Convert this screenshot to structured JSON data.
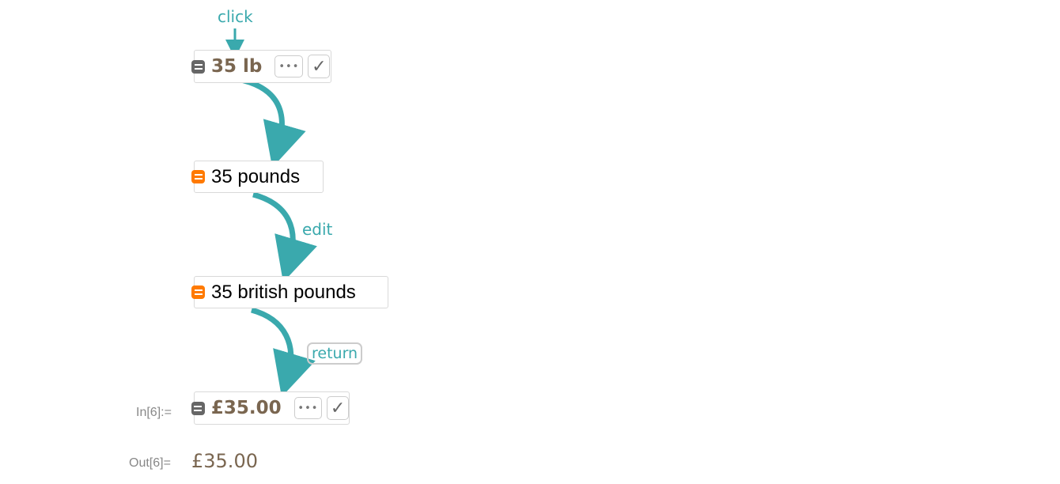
{
  "annotations": {
    "click": "click",
    "edit": "edit",
    "return": "return"
  },
  "step1": {
    "value": "35 lb",
    "more_label": "•••",
    "check_label": "✓"
  },
  "step2": {
    "text": "35 pounds"
  },
  "step3": {
    "text": "35 british pounds"
  },
  "step4": {
    "in_label": "In[6]:=",
    "value": "£35.00",
    "more_label": "•••",
    "check_label": "✓"
  },
  "output": {
    "out_label": "Out[6]=",
    "value": "£35.00"
  },
  "colors": {
    "accent": "#3aa9ad",
    "value": "#7a6650",
    "orange": "#ff7a00"
  }
}
